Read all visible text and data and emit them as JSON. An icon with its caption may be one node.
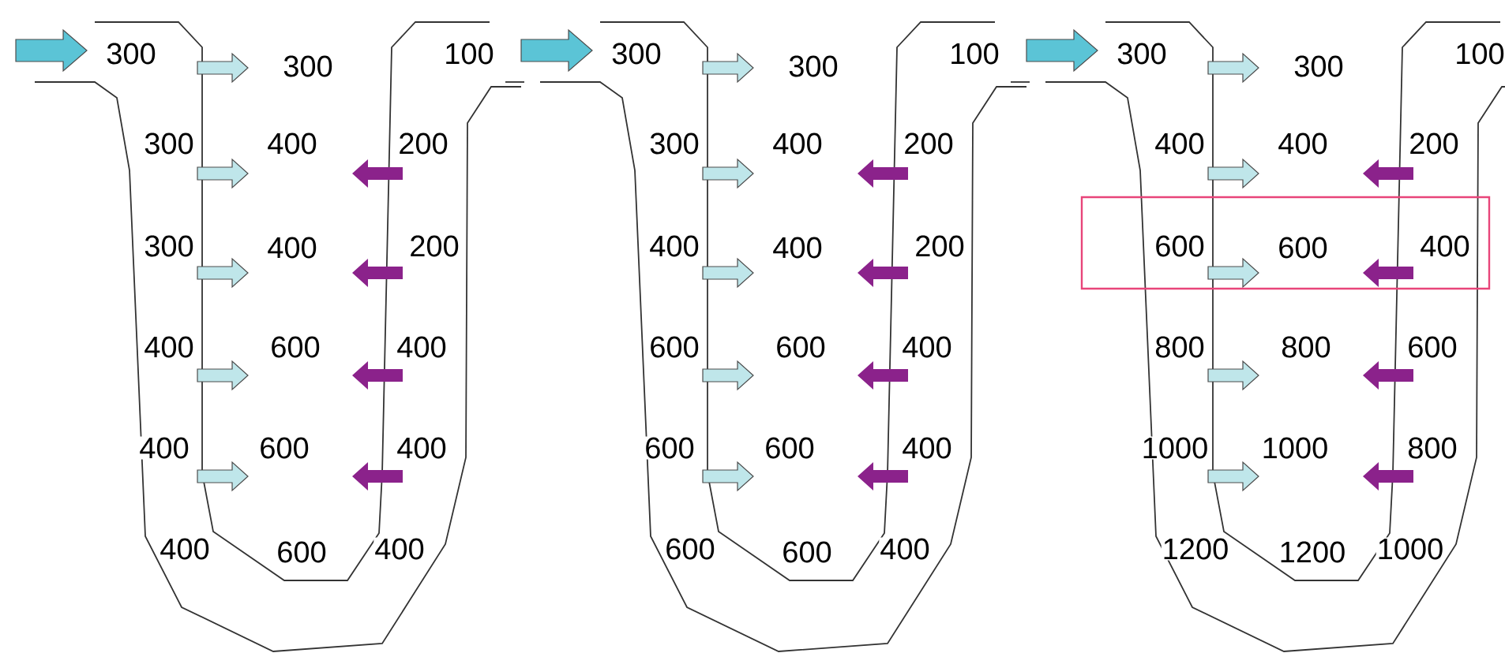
{
  "diagram": {
    "nodes": [
      {
        "text": [
          "600",
          "600",
          "400"
        ]
      }
    ],
    "labels": [
      "300",
      "300",
      "100",
      "300",
      "400",
      "200",
      "300",
      "400",
      "200",
      "400",
      "600",
      "400",
      "400",
      "600",
      "400",
      "400",
      "600",
      "400",
      "300",
      "300",
      "100",
      "300",
      "400",
      "200",
      "400",
      "400",
      "200",
      "600",
      "600",
      "400",
      "600",
      "600",
      "400",
      "600",
      "600",
      "400",
      "300",
      "300",
      "100",
      "400",
      "400",
      "200",
      "800",
      "800",
      "600",
      "1000",
      "1000",
      "800",
      "1200",
      "1200",
      "1000"
    ]
  }
}
